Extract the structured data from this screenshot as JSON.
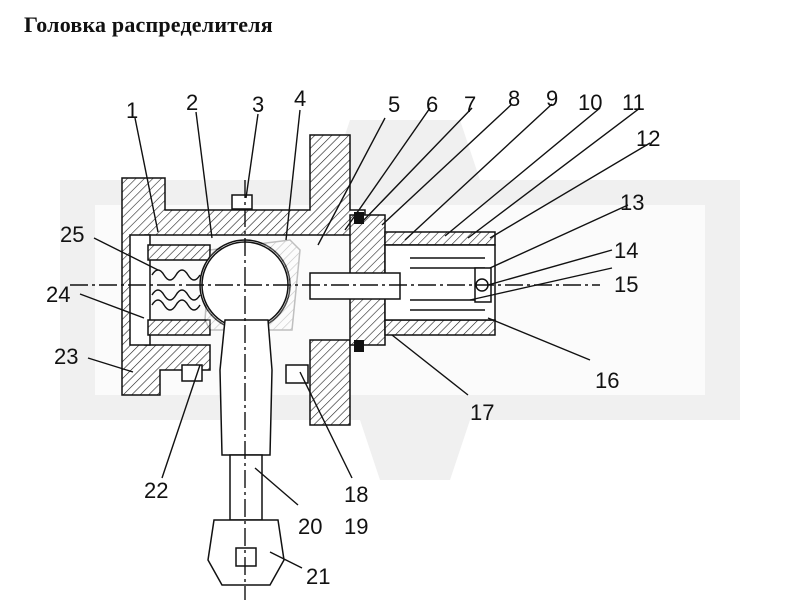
{
  "title": "Головка распределителя",
  "labels": [
    "1",
    "2",
    "3",
    "4",
    "5",
    "6",
    "7",
    "8",
    "9",
    "10",
    "11",
    "12",
    "13",
    "14",
    "15",
    "16",
    "17",
    "18",
    "19",
    "20",
    "21",
    "22",
    "23",
    "24",
    "25"
  ]
}
